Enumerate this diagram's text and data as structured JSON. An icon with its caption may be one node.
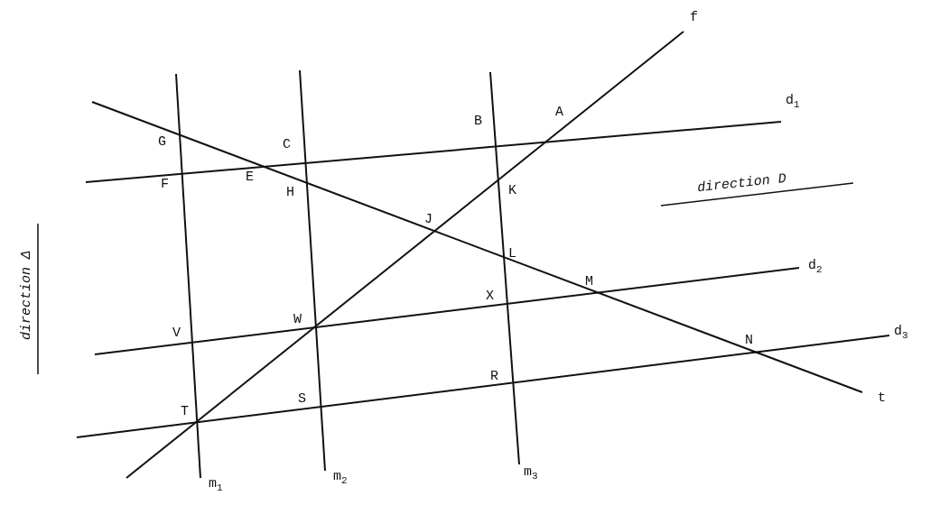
{
  "diagram": {
    "labels": [
      "f",
      "G",
      "C",
      "B",
      "A",
      "d$_{1}$",
      "F",
      "E",
      "H",
      "K",
      "direction D",
      "J",
      "direction Δ",
      "L",
      "d$_{2}$",
      "M",
      "X",
      "V",
      "W",
      "N",
      "d$_{3}$",
      "R",
      "S",
      "T",
      "t",
      "m$_{1}$",
      "m$_{2}$",
      "m$_{3}$"
    ]
  }
}
